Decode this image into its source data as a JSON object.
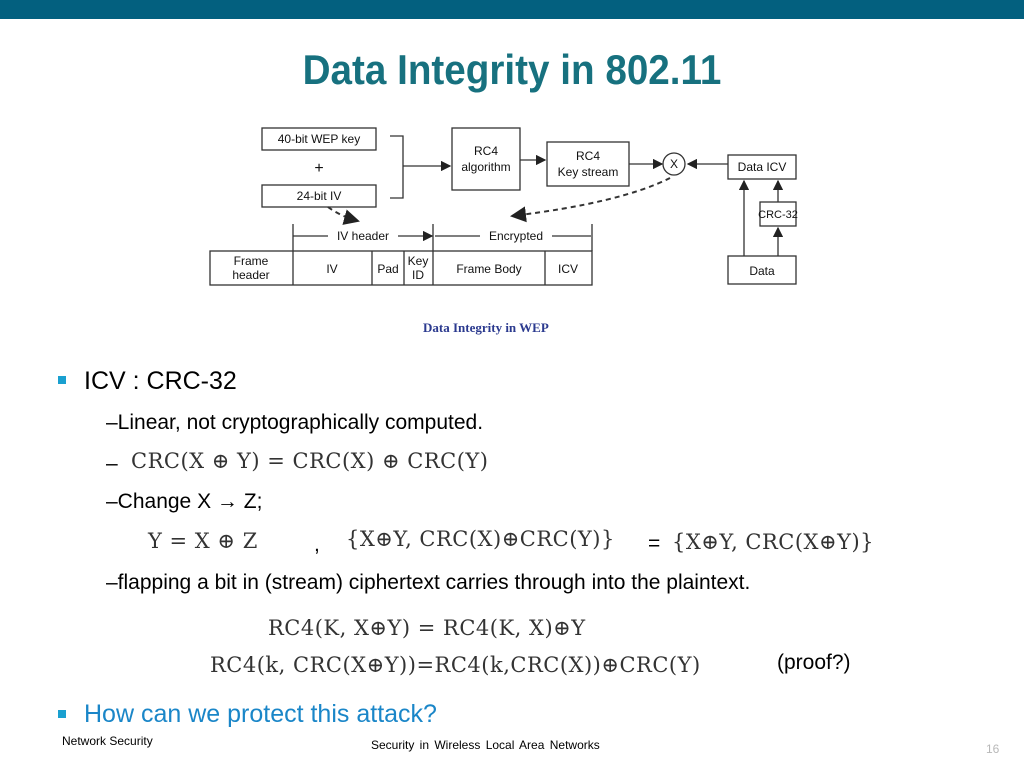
{
  "slide": {
    "title": "Data Integrity in 802.11",
    "accent_color": "#03607f",
    "title_color": "#17717f",
    "link_color": "#1a86c8"
  },
  "diagram": {
    "wep_key": "40-bit WEP key",
    "plus": "+",
    "iv_box": "24-bit IV",
    "rc4_algorithm": [
      "RC4",
      "algorithm"
    ],
    "rc4_keystream": [
      "RC4",
      "Key stream"
    ],
    "xor": "X",
    "data_icv": "Data  ICV",
    "crc32": "CRC-32",
    "data": "Data",
    "iv_header_label": "IV header",
    "encrypted_label": "Encrypted",
    "frame_cells": {
      "frame_header": [
        "Frame",
        "header"
      ],
      "iv": "IV",
      "pad": "Pad",
      "key_id": [
        "Key",
        "ID"
      ],
      "frame_body": "Frame Body",
      "icv": "ICV"
    },
    "caption": "Data Integrity in WEP"
  },
  "content": {
    "bullet1": "ICV : CRC-32",
    "sub1": "–Linear, not cryptographically computed.",
    "sub2_dash": "–",
    "formula1": "CRC(X  ⊕  Y)  =  CRC(X)  ⊕  CRC(Y)",
    "sub3": "–Change X → Z;",
    "formula2a": "Y  =  X  ⊕  Z",
    "comma": ",",
    "formula2b": "{X⊕Y,  CRC(X)⊕CRC(Y)}",
    "equals": "=",
    "formula2c": "{X⊕Y,  CRC(X⊕Y)}",
    "sub4": "–flapping a bit in (stream) ciphertext carries through into the plaintext.",
    "formula3": "RC4(K,  X⊕Y)  =  RC4(K,  X)⊕Y",
    "formula4": "RC4(k,  CRC(X⊕Y))=RC4(k,CRC(X))⊕CRC(Y)",
    "proof": "(proof?)",
    "bullet2": "How can we protect this attack?"
  },
  "footer": {
    "left": "Network Security",
    "center": "Security  in  Wireless  Local  Area Networks",
    "page_number": "16"
  }
}
